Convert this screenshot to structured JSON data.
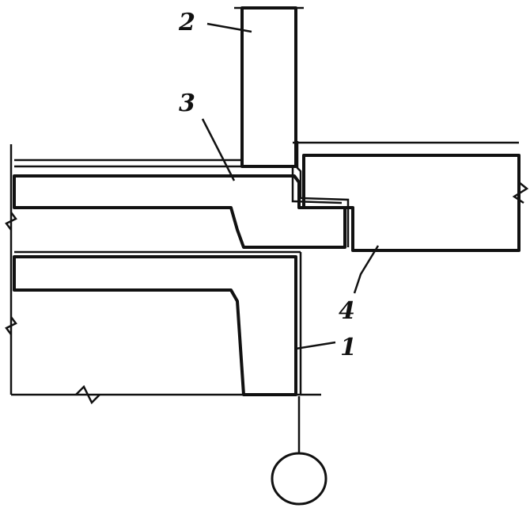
{
  "drawing": {
    "callouts": [
      {
        "id": "1",
        "text": "1"
      },
      {
        "id": "2",
        "text": "2"
      },
      {
        "id": "3",
        "text": "3"
      },
      {
        "id": "4",
        "text": "4"
      }
    ],
    "axis_marker": {
      "text": ""
    }
  },
  "colors": {
    "line": "#111111",
    "fill": "#ffffff",
    "hatch": "#111111"
  }
}
